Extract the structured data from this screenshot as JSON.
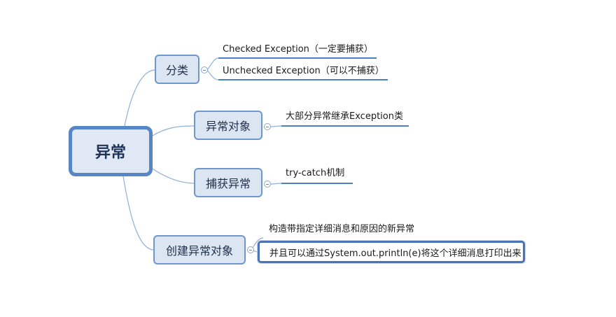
{
  "root": {
    "label": "异常"
  },
  "branches": [
    {
      "label": "分类",
      "leaves": [
        "Checked Exception（一定要捕获）",
        "Unchecked Exception（可以不捕获）"
      ]
    },
    {
      "label": "异常对象",
      "leaves": [
        "大部分异常继承Exception类"
      ]
    },
    {
      "label": "捕获异常",
      "leaves": [
        "try-catch机制"
      ]
    },
    {
      "label": "创建异常对象",
      "leaves": [
        "构造带指定详细消息和原因的新异常",
        "并且可以通过System.out.println(e)将这个详细消息打印出来"
      ]
    }
  ],
  "colors": {
    "node_fill": "#dce6f3",
    "node_border": "#6e97cc",
    "accent": "#4d7fc2",
    "connector": "#8fb0da"
  }
}
